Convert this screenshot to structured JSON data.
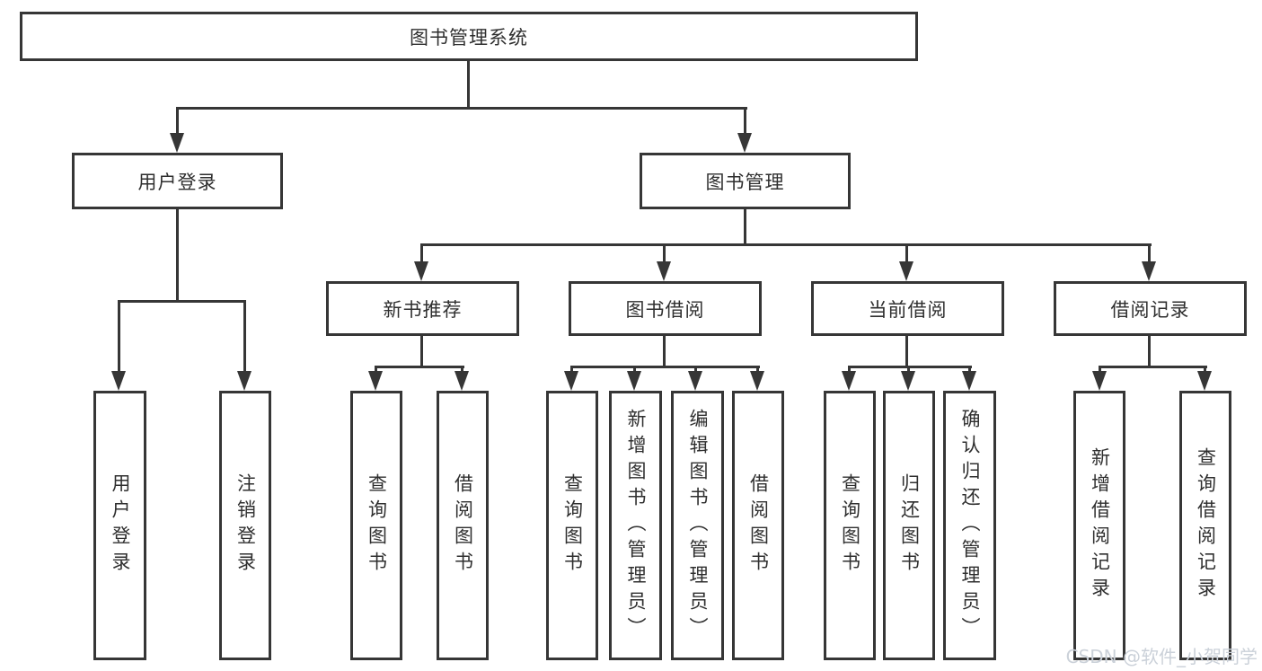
{
  "diagram": {
    "root": {
      "label": "图书管理系统"
    },
    "branches": {
      "user_login": {
        "label": "用户登录",
        "children": {
          "login": {
            "label": "用户登录"
          },
          "logout": {
            "label": "注销登录"
          }
        }
      },
      "book_management": {
        "label": "图书管理",
        "children": {
          "new_book_recommend": {
            "label": "新书推荐",
            "children": {
              "query_books": {
                "label": "查询图书"
              },
              "borrow_books": {
                "label": "借阅图书"
              }
            }
          },
          "book_borrowing": {
            "label": "图书借阅",
            "children": {
              "query_books": {
                "label": "查询图书"
              },
              "add_books_admin": {
                "label": "新增图书（管理员）"
              },
              "edit_books_admin": {
                "label": "编辑图书（管理员）"
              },
              "borrow_books": {
                "label": "借阅图书"
              }
            }
          },
          "current_borrowing": {
            "label": "当前借阅",
            "children": {
              "query_books": {
                "label": "查询图书"
              },
              "return_books": {
                "label": "归还图书"
              },
              "confirm_return_admin": {
                "label": "确认归还（管理员）"
              }
            }
          },
          "borrowing_records": {
            "label": "借阅记录",
            "children": {
              "add_borrow_record": {
                "label": "新增借阅记录"
              },
              "query_borrow_record": {
                "label": "查询借阅记录"
              }
            }
          }
        }
      }
    }
  },
  "watermark": {
    "text": "CSDN @软件_小贺同学"
  },
  "colors": {
    "line": "#363636",
    "box_fill": "#ffffff",
    "text": "#2f2f2f",
    "watermark": "#cbd1d9"
  }
}
